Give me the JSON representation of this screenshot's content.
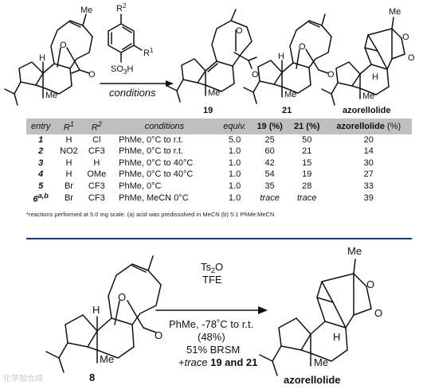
{
  "top_scheme": {
    "reagent": {
      "r2": "R",
      "r2_sup": "2",
      "r1": "R",
      "r1_sup": "1",
      "so3h": "SO",
      "so3h_sub": "3",
      "so3h_h": "H"
    },
    "arrow_label": "conditions",
    "sm_atoms": {
      "h": "H",
      "o": "O",
      "me": "Me",
      "me_top": "Me"
    },
    "p19": {
      "label": "19",
      "atoms": {
        "o": "O",
        "me": "Me"
      }
    },
    "p21": {
      "label": "21",
      "atoms": {
        "h": "H",
        "o": "O",
        "me": "Me"
      }
    },
    "pazo": {
      "label": "azorellolide",
      "atoms": {
        "me_top": "Me",
        "o": "O",
        "h": "H",
        "me": "Me"
      }
    }
  },
  "table": {
    "headers": [
      {
        "text": "entry"
      },
      {
        "text": "R",
        "sup": "1"
      },
      {
        "text": "R",
        "sup": "2"
      },
      {
        "text": "conditions"
      },
      {
        "text": "equiv."
      },
      {
        "text": "19 (%)"
      },
      {
        "text": "21 (%)"
      },
      {
        "text": "azorellolide",
        "suffix": " (%)"
      }
    ],
    "rows": [
      {
        "entry": "1",
        "r1": "H",
        "r2": "Cl",
        "conditions": "PhMe, 0°C to r.t.",
        "equiv": "5.0",
        "y19": "25",
        "y21": "50",
        "yazo": "20"
      },
      {
        "entry": "2",
        "r1": "NO2",
        "r2": "CF3",
        "conditions": "PhMe, 0°C to r.t.",
        "equiv": "1.0",
        "y19": "60",
        "y21": "21",
        "yazo": "14"
      },
      {
        "entry": "3",
        "r1": "H",
        "r2": "H",
        "conditions": "PhMe, 0°C to 40°C",
        "equiv": "1.0",
        "y19": "42",
        "y21": "15",
        "yazo": "30"
      },
      {
        "entry": "4",
        "r1": "H",
        "r2": "OMe",
        "conditions": "PhMe, 0°C to 40°C",
        "equiv": "1.0",
        "y19": "54",
        "y21": "19",
        "yazo": "27"
      },
      {
        "entry": "5",
        "r1": "Br",
        "r2": "CF3",
        "conditions": "PhMe, 0°C",
        "equiv": "1.0",
        "y19": "35",
        "y21": "28",
        "yazo": "33"
      },
      {
        "entry": "6",
        "entry_sup": "a,b",
        "r1": "Br",
        "r2": "CF3",
        "conditions": "PhMe, MeCN 0°C",
        "equiv": "1.0",
        "y19": "trace",
        "y21": "trace",
        "yazo": "39"
      }
    ]
  },
  "footnote": "*reactions performed at 5.0 mg scale. (a) acid was predissolved in MeCN (b) 5:1 PhMe:MeCN",
  "bottom_scheme": {
    "reagent_line1": "Ts",
    "reagent_line1_sub": "2",
    "reagent_line1_end": "O",
    "reagent_line2": "TFE",
    "cond_line1": "PhMe, -78˚C to r.t.",
    "cond_line2": "(48%)",
    "cond_line3": "51% BRSM",
    "cond_line4_prefix": "+",
    "cond_line4_trace": "trace",
    "cond_line4_rest": " 19 and 21",
    "sm_label": "8",
    "product_label": "azorellolide",
    "sm_atoms": {
      "h": "H",
      "o": "O",
      "me": "Me"
    },
    "product_atoms": {
      "me_top": "Me",
      "o": "O",
      "h": "H",
      "me": "Me"
    }
  },
  "watermark": "化学加合成"
}
